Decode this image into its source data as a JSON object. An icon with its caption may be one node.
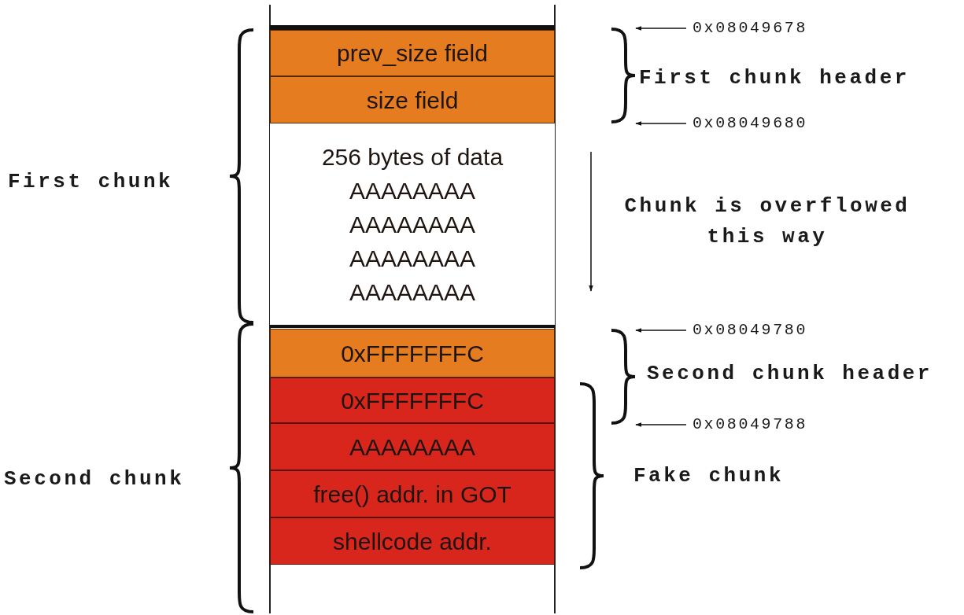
{
  "diagram": {
    "nodes": [
      {
        "text": [
          "prev_size field"
        ]
      },
      {
        "text": [
          "size field"
        ]
      },
      {
        "text": [
          "256 bytes of data",
          "AAAAAAAA",
          "AAAAAAAA",
          "AAAAAAAA",
          "AAAAAAAA"
        ]
      },
      {
        "text": [
          "0xFFFFFFFC"
        ]
      },
      {
        "text": [
          "0xFFFFFFFC"
        ]
      },
      {
        "text": [
          "AAAAAAAA"
        ]
      },
      {
        "text": [
          "free() addr. in GOT"
        ]
      },
      {
        "text": [
          "shellcode addr."
        ]
      },
      {
        "text": [
          "0x08049678"
        ]
      },
      {
        "text": [
          "0x08049680"
        ]
      },
      {
        "text": [
          "0x08049780"
        ]
      },
      {
        "text": [
          "0x08049788"
        ]
      },
      {
        "text": [],
        "shape": "brace"
      },
      {
        "text": [],
        "shape": "brace"
      }
    ],
    "edges": [
      {
        "from": 8,
        "to": 12,
        "arrow": "to"
      },
      {
        "from": 9,
        "to": 12,
        "arrow": "to"
      },
      {
        "from": 10,
        "to": 13,
        "arrow": "to"
      },
      {
        "from": 11,
        "to": 13,
        "arrow": "to"
      }
    ],
    "labels": [
      "First chunk header",
      "First chunk",
      "Chunk is overflowed this way",
      "Second chunk header",
      "Fake chunk",
      "Second chunk"
    ]
  }
}
